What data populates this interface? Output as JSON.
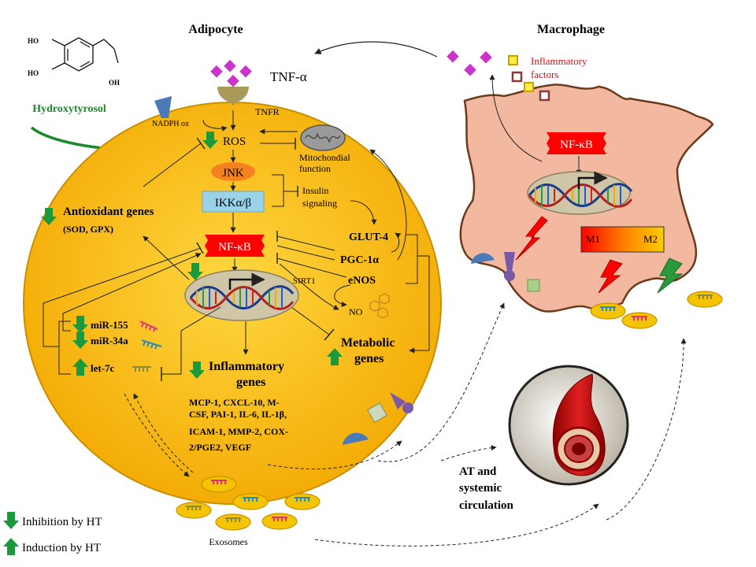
{
  "titles": {
    "adipocyte": "Adipocyte",
    "macrophage": "Macrophage"
  },
  "molecule": {
    "name": "Hydroxytyrosol",
    "ho1": "HO",
    "ho2": "HO",
    "oh": "OH"
  },
  "receptors": {
    "tnf": "TNF-α",
    "tnfr": "TNFR",
    "nadph": "NADPH ox"
  },
  "pathway": {
    "ros": "ROS",
    "jnk": "JNK",
    "ikk": "IKKα/β",
    "nfkb": "NF-κB",
    "mito1": "Mitochondial",
    "mito2": "function",
    "insulin1": "Insulin",
    "insulin2": "signaling",
    "glut4": "GLUT-4",
    "pgc": "PGC-1α",
    "enos": "eNOS",
    "no": "NO",
    "sirt1": "SIRT1",
    "metabolic1": "Metabolic",
    "metabolic2": "genes"
  },
  "antioxidant": {
    "title": "Antioxidant genes",
    "sub": "(SOD, GPX)"
  },
  "mirnas": {
    "mir155": "miR-155",
    "mir34a": "miR-34a",
    "let7c": "let-7c"
  },
  "inflammatory": {
    "title1": "Inflammatory",
    "title2": "genes",
    "lines": [
      "MCP-1, CXCL-10, M-",
      "CSF, PAI-1, IL-6, IL-1β,",
      "ICAM-1, MMP-2, COX-",
      "2/PGE2, VEGF"
    ]
  },
  "macrophage": {
    "factors1": "Inflammatory",
    "factors2": "factors",
    "nfkb": "NF-κB",
    "m1": "M1",
    "m2": "M2"
  },
  "circulation": {
    "line1": "AT and",
    "line2": "systemic",
    "line3": "circulation"
  },
  "exosomes": "Exosomes",
  "legend": {
    "inhibition": "Inhibition by HT",
    "induction": "Induction by HT"
  },
  "colors": {
    "cell": "#f5b800",
    "cellEdge": "#c88f00",
    "nucleus": "#cfc6a8",
    "nfkb": "#ff0000",
    "jnk": "#f58220",
    "ikk": "#9ad2e8",
    "macrophage": "#f2b8a0",
    "green": "#1a9a3a",
    "factorText": "#cc1111"
  }
}
